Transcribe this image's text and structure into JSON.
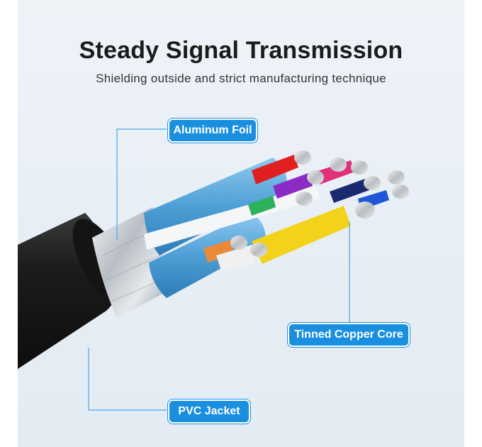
{
  "header": {
    "title": "Steady Signal Transmission",
    "subtitle": "Shielding outside and strict manufacturing technique"
  },
  "callouts": {
    "aluminum_foil": "Aluminum Foil",
    "tinned_copper_core": "Tinned Copper Core",
    "pvc_jacket": "PVC Jacket"
  },
  "colors": {
    "accent": "#1a8fe0",
    "jacket": "#1e1e1e",
    "foil": "#c9ced3",
    "inner_insulation": "#5aa8dc",
    "core_red": "#e02020",
    "core_purple": "#8a2bc4",
    "core_green": "#2bb35a",
    "core_yellow": "#f2d21a",
    "core_blue": "#1f55d8",
    "core_navy": "#1b2a6e",
    "core_pink": "#e0307a",
    "core_orange": "#e88a3a",
    "core_white": "#f4f4f4"
  }
}
